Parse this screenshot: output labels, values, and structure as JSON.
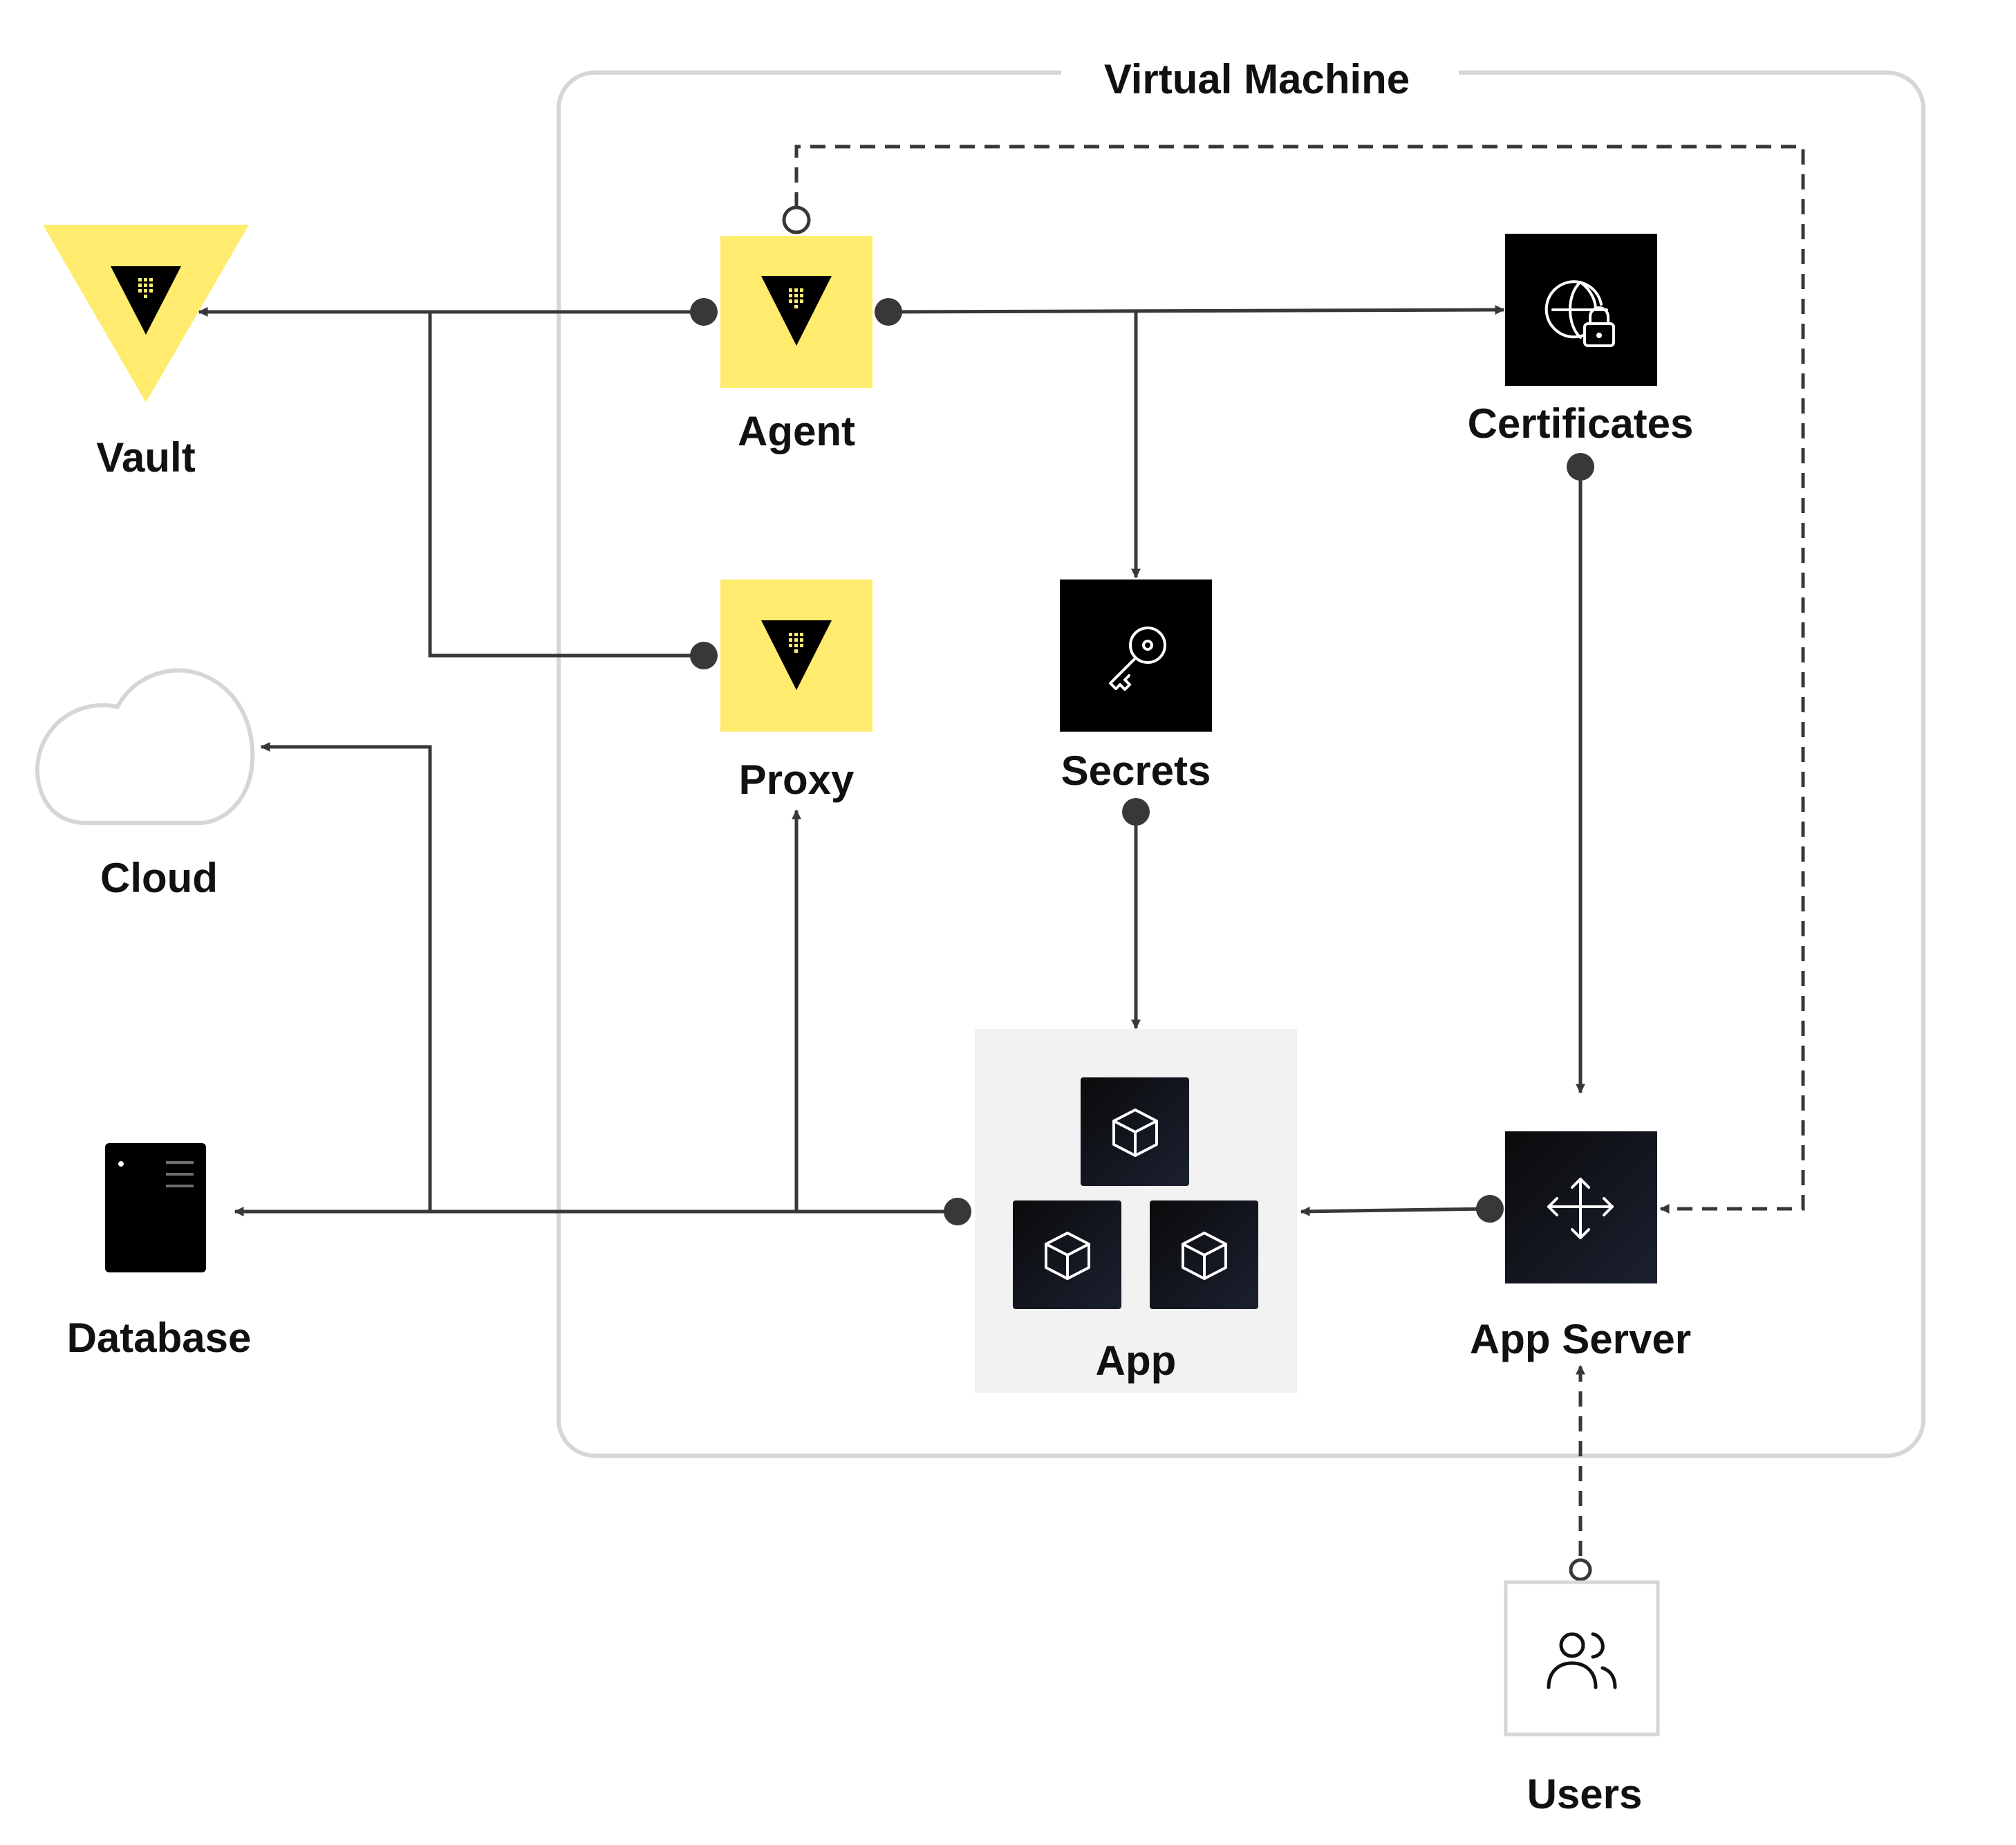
{
  "diagram": {
    "container_title": "Virtual Machine",
    "nodes": {
      "vault": "Vault",
      "agent": "Agent",
      "proxy": "Proxy",
      "cloud": "Cloud",
      "database": "Database",
      "secrets": "Secrets",
      "certificates": "Certificates",
      "app": "App",
      "app_server": "App Server",
      "users": "Users"
    },
    "edges": [
      {
        "from": "Agent",
        "to": "Vault",
        "style": "solid"
      },
      {
        "from": "Proxy",
        "to": "Vault",
        "style": "solid"
      },
      {
        "from": "Agent",
        "to": "Certificates",
        "style": "solid"
      },
      {
        "from": "Agent",
        "to": "Secrets",
        "style": "solid"
      },
      {
        "from": "Secrets",
        "to": "App",
        "style": "solid"
      },
      {
        "from": "Certificates",
        "to": "App Server",
        "style": "solid"
      },
      {
        "from": "App Server",
        "to": "App",
        "style": "solid"
      },
      {
        "from": "App",
        "to": "Database",
        "style": "solid"
      },
      {
        "from": "App",
        "to": "Cloud",
        "style": "solid"
      },
      {
        "from": "App",
        "to": "Proxy",
        "style": "solid"
      },
      {
        "from": "Agent",
        "to": "App Server",
        "style": "dashed"
      },
      {
        "from": "Users",
        "to": "App Server",
        "style": "dashed"
      }
    ],
    "colors": {
      "vault_yellow": "#FFEC6E",
      "icon_dark": "#000000",
      "app_panel": "#F2F2F2",
      "container_border": "#D6D6D6",
      "connector": "#383838"
    },
    "icons": {
      "vault": "vault-triangle-icon",
      "certificates": "globe-lock-icon",
      "secrets": "key-icon",
      "app": "box-icon",
      "app_server": "move-arrows-icon",
      "users": "users-icon",
      "database": "server-icon",
      "cloud": "cloud-icon"
    }
  }
}
